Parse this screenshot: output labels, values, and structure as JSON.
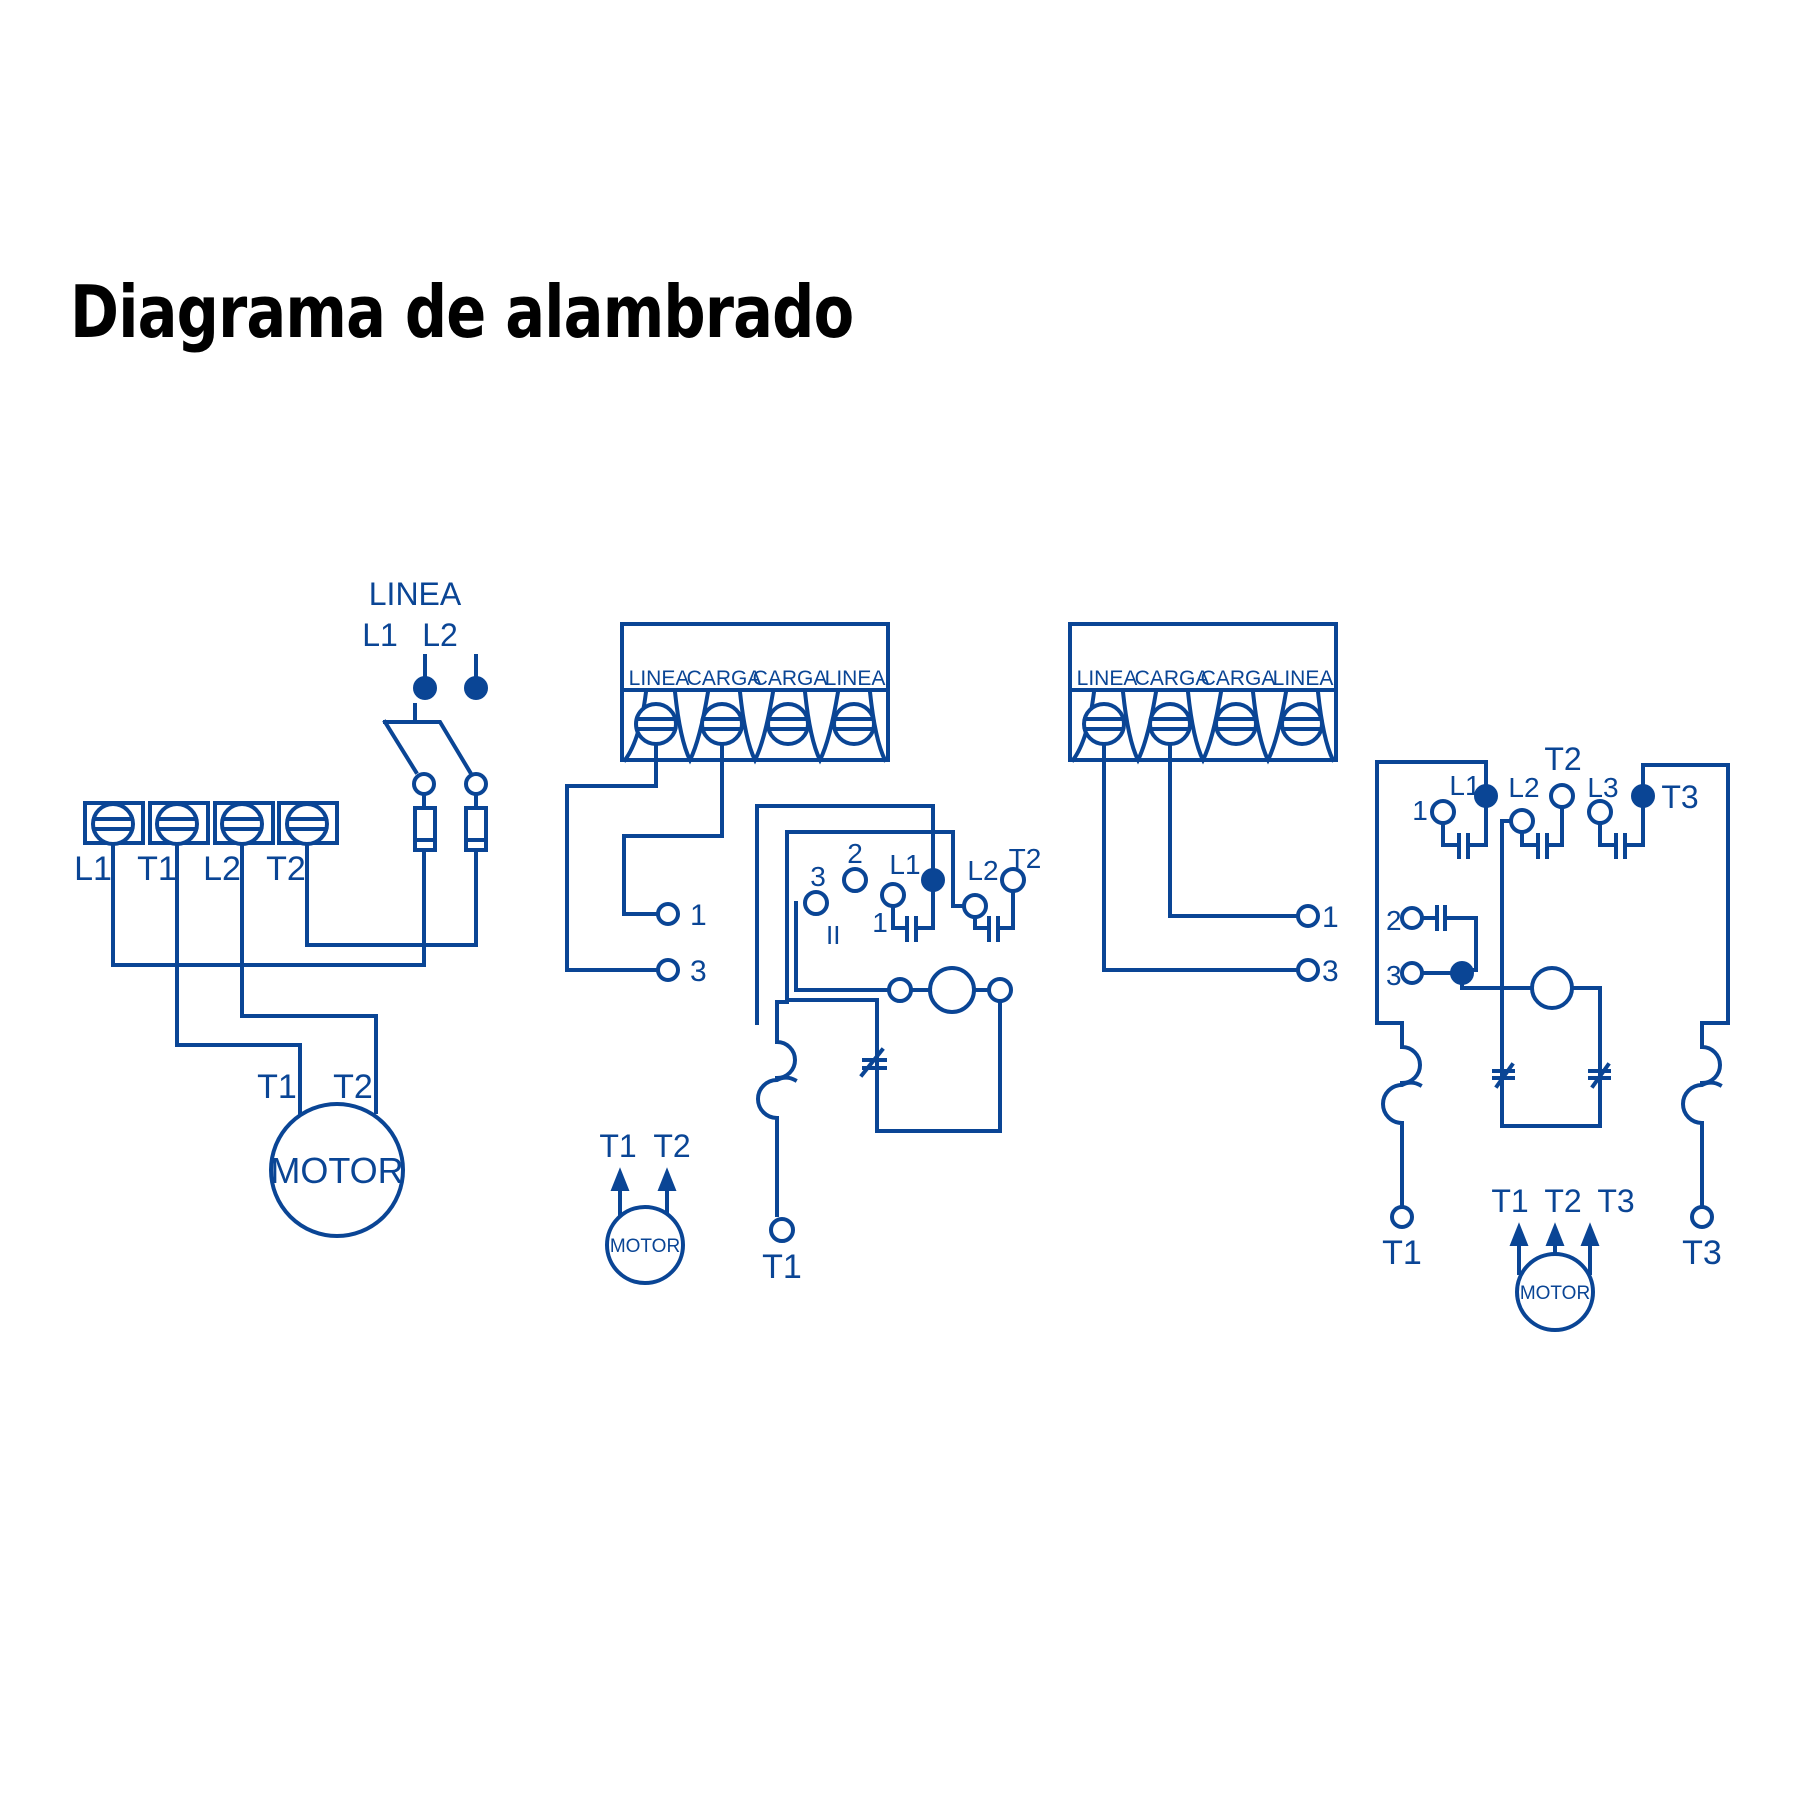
{
  "title": "Diagrama de alambrado",
  "colors": {
    "wire": "#0a4595",
    "title": "#000000",
    "background": "#ffffff"
  },
  "diagram1": {
    "line_header": "LINEA",
    "line_terminals": [
      "L1",
      "L2"
    ],
    "terminal_block": [
      "L1",
      "T1",
      "L2",
      "T2"
    ],
    "motor_label": "MOTOR",
    "motor_leads": [
      "T1",
      "T2"
    ]
  },
  "diagram2": {
    "block_labels": [
      "LINEA",
      "CARGA",
      "CARGA",
      "LINEA"
    ],
    "switch_terminals": [
      "1",
      "3"
    ],
    "contact_labels": {
      "three": "3",
      "two": "2",
      "l1": "L1",
      "one": "1",
      "l2": "L2",
      "t2": "T2",
      "pole": "II"
    },
    "output_terminal": "T1",
    "motor_label": "MOTOR",
    "motor_leads": [
      "T1",
      "T2"
    ]
  },
  "diagram3": {
    "block_labels": [
      "LINEA",
      "CARGA",
      "CARGA",
      "LINEA"
    ],
    "switch_terminals": [
      "1",
      "3"
    ],
    "contact_labels": {
      "one": "1",
      "l1": "L1",
      "l2": "L2",
      "t2": "T2",
      "l3": "L3",
      "t3": "T3",
      "two": "2",
      "three": "3"
    },
    "output_terminals": [
      "T1",
      "T3"
    ],
    "motor_label": "MOTOR",
    "motor_leads": [
      "T1",
      "T2",
      "T3"
    ]
  }
}
